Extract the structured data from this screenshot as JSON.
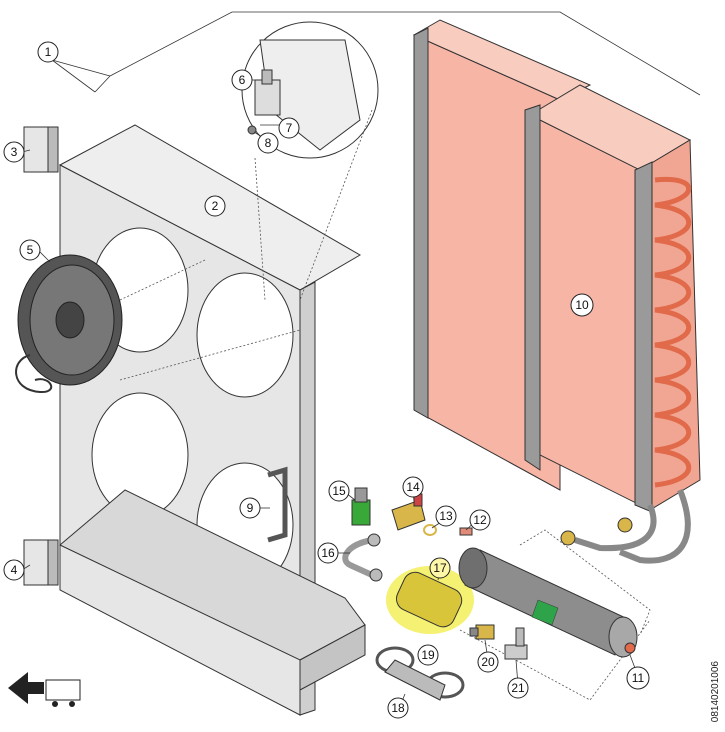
{
  "document_id": "08140201006",
  "callouts": [
    {
      "n": "1"
    },
    {
      "n": "2"
    },
    {
      "n": "3"
    },
    {
      "n": "4"
    },
    {
      "n": "5"
    },
    {
      "n": "6"
    },
    {
      "n": "7"
    },
    {
      "n": "8"
    },
    {
      "n": "9"
    },
    {
      "n": "10"
    },
    {
      "n": "11"
    },
    {
      "n": "12"
    },
    {
      "n": "13"
    },
    {
      "n": "14"
    },
    {
      "n": "15"
    },
    {
      "n": "16"
    },
    {
      "n": "17"
    },
    {
      "n": "18"
    },
    {
      "n": "19"
    },
    {
      "n": "20"
    },
    {
      "n": "21"
    }
  ],
  "colors": {
    "outline": "#333333",
    "frame_face": "#e6e6e6",
    "frame_side": "#cfcfcf",
    "coil_face": "#f6b5a5",
    "coil_edge": "#e08c78",
    "tube": "#e06a4a",
    "bracket": "#9a9a9a",
    "fan": "#555555",
    "highlight": "#f3ef5a",
    "brass": "#d9b64a",
    "dryer_label": "#2fa34a",
    "sensor_green": "#38a838"
  }
}
